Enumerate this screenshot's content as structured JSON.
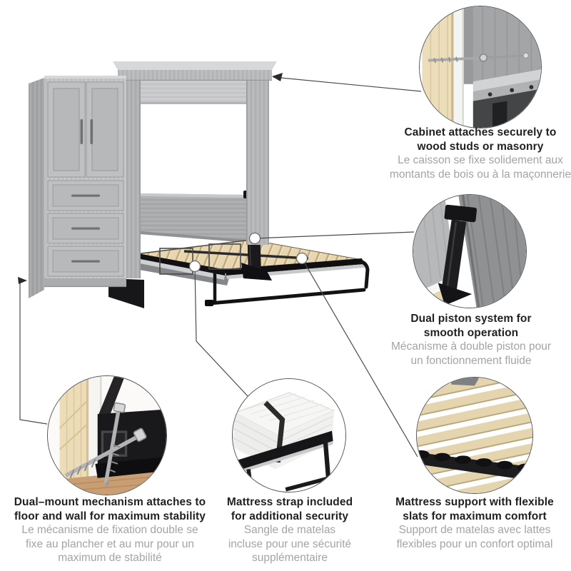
{
  "graphic_title": "Wall bed with storage cabinet feature callouts",
  "colors": {
    "text_dark": "#231f20",
    "text_muted": "#a5a3a4",
    "cabinet_gray": "#bfc1c3",
    "wood_beige": "#e7d7b1",
    "stud_beige": "#ecddbb",
    "floor_tan": "#c89e72",
    "metal_black": "#141416",
    "line_gray": "#4b4b4d"
  },
  "callouts": {
    "cabinet_mount": {
      "en": [
        "Cabinet attaches securely to",
        "wood studs or masonry"
      ],
      "fr": [
        "Le caisson se fixe solidement aux",
        "montants de bois ou à la maçonnerie"
      ]
    },
    "piston": {
      "en": [
        "Dual piston system for",
        "smooth operation"
      ],
      "fr": [
        "Mécanisme à double piston pour",
        "un fonctionnement fluide"
      ]
    },
    "dual_mount": {
      "en": [
        "Dual–mount mechanism attaches to",
        "floor and wall for maximum stability"
      ],
      "fr": [
        "Le mécanisme de fixation double se",
        "fixe au plancher et au mur pour un",
        "maximum de stabilité"
      ]
    },
    "strap": {
      "en": [
        "Mattress strap included",
        "for additional security"
      ],
      "fr": [
        "Sangle de matelas",
        "incluse pour une sécurité",
        "supplémentaire"
      ]
    },
    "slats": {
      "en": [
        "Mattress support with flexible",
        "slats for maximum comfort"
      ],
      "fr": [
        "Support de matelas avec lattes",
        "flexibles pour un confort optimal"
      ]
    }
  }
}
